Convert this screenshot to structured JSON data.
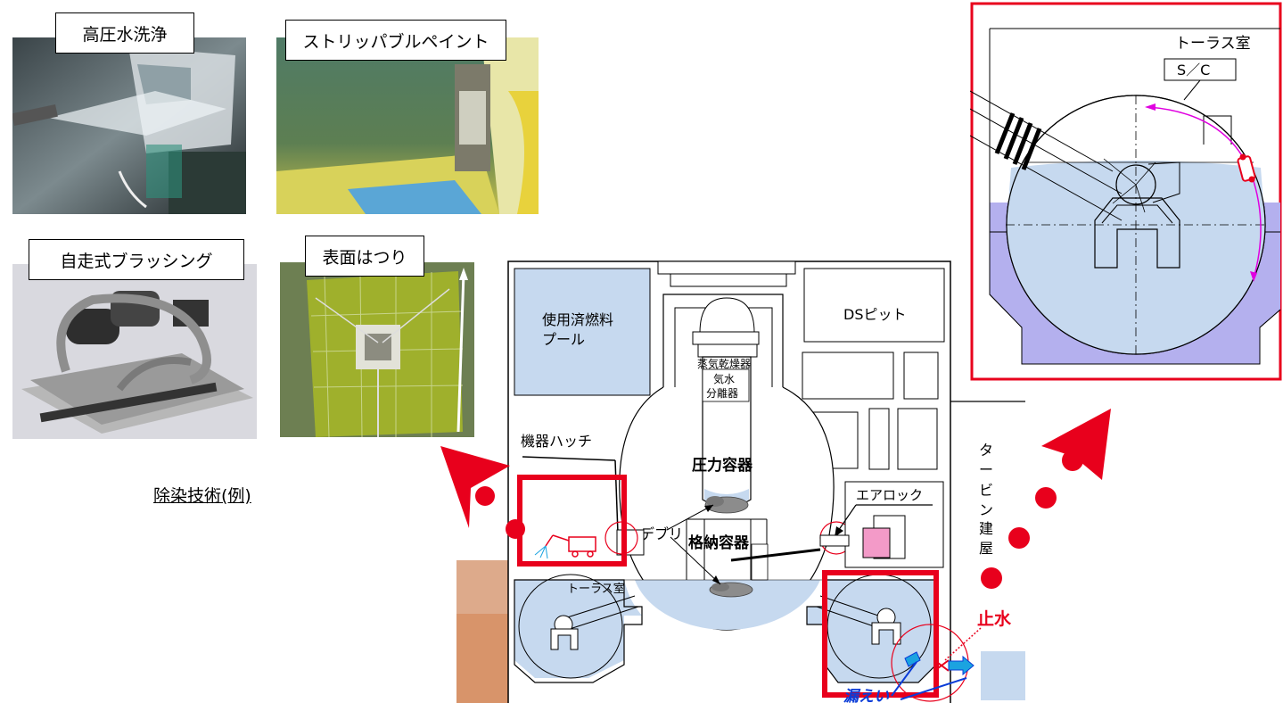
{
  "photos": [
    {
      "label": "高圧水洗浄"
    },
    {
      "label": "ストリッパブルペイント"
    },
    {
      "label": "自走式ブラッシング"
    },
    {
      "label": "表面はつり"
    }
  ],
  "caption": "除染技術(例)",
  "building": {
    "spent_fuel_pool": [
      "使用済燃料",
      "プール"
    ],
    "ds_pit": "DSピット",
    "steam_dryer": "蒸気乾燥器",
    "separator": [
      "気水",
      "分離器"
    ],
    "pressure_vessel": "圧力容器",
    "containment": "格納容器",
    "equipment_hatch": "機器ハッチ",
    "debris": "デブリ",
    "airlock": "エアロック",
    "torus_room": "トーラス室",
    "turbine_building": [
      "タ",
      "ー",
      "ビ",
      "ン",
      "建",
      "屋"
    ],
    "water_stop": "止水",
    "leak": "漏えい"
  },
  "inset": {
    "torus_room": "トーラス室",
    "sc": "S／C"
  },
  "colors": {
    "red": "#e8001c",
    "water": "#c6d9ef",
    "water_dark": "#b4b0ee",
    "pink": "#f39ac8",
    "magenta": "#e000e0",
    "blue": "#0a3cd8",
    "cyan": "#1ba3e0",
    "ground": "#d08050"
  }
}
